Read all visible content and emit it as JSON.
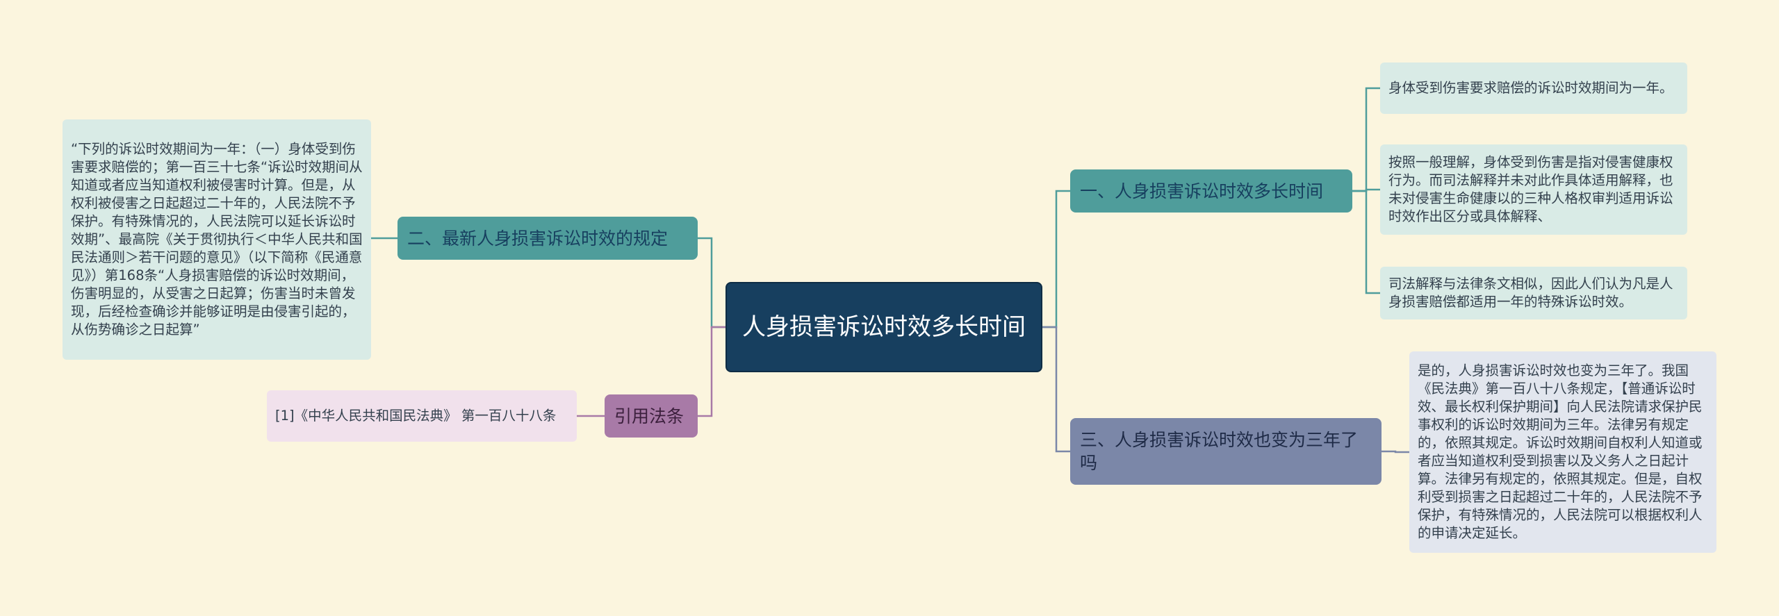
{
  "root": {
    "label": "人身损害诉讼时效多长时间"
  },
  "branches": {
    "b1": {
      "label": "一、人身损害诉讼时效多长时间"
    },
    "b2": {
      "label": "二、最新人身损害诉讼时效的规定"
    },
    "b3": {
      "label": "引用法条"
    },
    "b4": {
      "label": "三、人身损害诉讼时效也变为三年了吗"
    }
  },
  "leaves": {
    "l1": {
      "text": "身体受到伤害要求赔偿的诉讼时效期间为一年。"
    },
    "l2": {
      "text": "按照一般理解，身体受到伤害是指对侵害健康权行为。而司法解释并未对此作具体适用解释，也未对侵害生命健康以的三种人格权审判适用诉讼时效作出区分或具体解释、"
    },
    "l3": {
      "text": "司法解释与法律条文相似，因此人们认为凡是人身损害赔偿都适用一年的特殊诉讼时效。"
    },
    "l4": {
      "text": "“下列的诉讼时效期间为一年：（一）身体受到伤害要求赔偿的；第一百三十七条“诉讼时效期间从知道或者应当知道权利被侵害时计算。但是，从权利被侵害之日起超过二十年的，人民法院不予保护。有特殊情况的，人民法院可以延长诉讼时效期”、最高院《关于贯彻执行＜中华人民共和国民法通则＞若干问题的意见》（以下简称《民通意见》）第168条“人身损害赔偿的诉讼时效期间，伤害明显的，从受害之日起算；伤害当时未曾发现，后经检查确诊并能够证明是由侵害引起的，从伤势确诊之日起算”"
    },
    "l5": {
      "text": "[1]《中华人民共和国民法典》 第一百八十八条"
    },
    "l6": {
      "text": "是的，人身损害诉讼时效也变为三年了。我国《民法典》第一百八十八条规定，【普通诉讼时效、最长权利保护期间】向人民法院请求保护民事权利的诉讼时效期间为三年。法律另有规定的，依照其规定。诉讼时效期间自权利人知道或者应当知道权利受到损害以及义务人之日起计算。法律另有规定的，依照其规定。但是，自权利受到损害之日起超过二十年的，人民法院不予保护，有特殊情况的，人民法院可以根据权利人的申请决定延长。"
    }
  },
  "colors": {
    "background": "#fbf5de",
    "root": "#173f5f",
    "teal": "#4f9d9b",
    "purple": "#a87aa7",
    "slate": "#7b87a8"
  }
}
